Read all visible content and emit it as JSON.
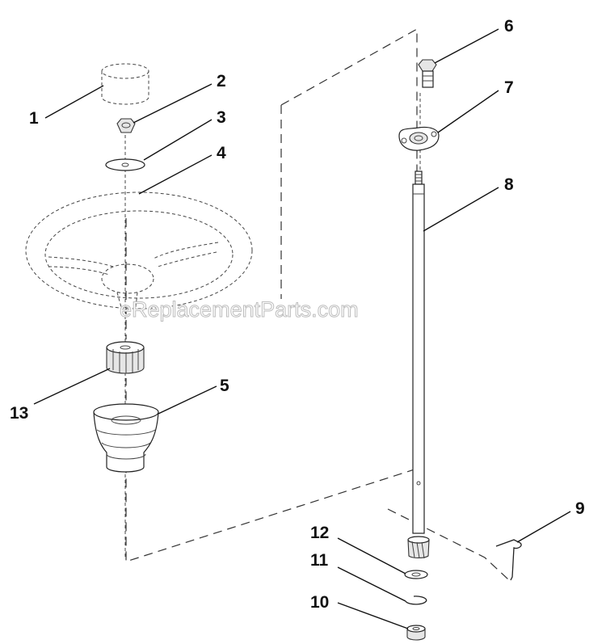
{
  "watermark": "eReplacementParts.com",
  "callouts": [
    {
      "label": "1",
      "part": "cap"
    },
    {
      "label": "2",
      "part": "nut"
    },
    {
      "label": "3",
      "part": "washer"
    },
    {
      "label": "4",
      "part": "steering-wheel"
    },
    {
      "label": "5",
      "part": "boot"
    },
    {
      "label": "6",
      "part": "bolt"
    },
    {
      "label": "7",
      "part": "flange-bearing"
    },
    {
      "label": "8",
      "part": "steering-shaft"
    },
    {
      "label": "9",
      "part": "pin"
    },
    {
      "label": "10",
      "part": "bushing"
    },
    {
      "label": "11",
      "part": "retaining-ring"
    },
    {
      "label": "12",
      "part": "shaft-washer"
    },
    {
      "label": "13",
      "part": "adapter"
    }
  ]
}
